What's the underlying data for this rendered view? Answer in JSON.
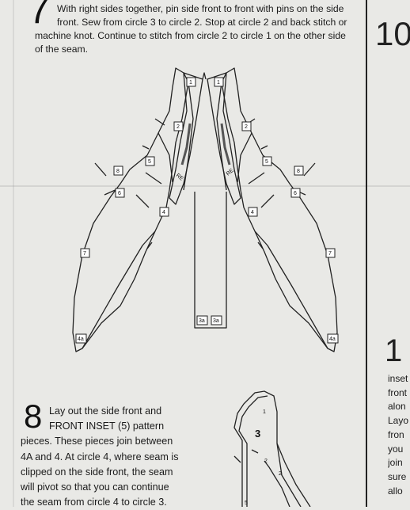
{
  "step7": {
    "number": "7",
    "lines": [
      "With right sides together, pin side front to front with pins on the side",
      "front. Sew from circle 3 to circle 2. Stop at circle 2 and back stitch or",
      "machine knot. Continue to stitch from circle 2 to circle 1 on the other side",
      "of the seam."
    ]
  },
  "step8": {
    "number": "8",
    "lines": [
      "Lay out the side front and",
      "FRONT INSET (5) pattern",
      "pieces. These pieces join between",
      "4A and 4. At circle 4, where seam is",
      "clipped on the side front, the seam",
      "will pivot so that you can continue",
      "the seam from circle 4 to circle 3."
    ]
  },
  "right_column": {
    "step_partial_top": "10",
    "step_partial_bottom": "1",
    "lines": [
      "inset",
      "front",
      "alon",
      "Layo",
      "fron",
      "you",
      "join",
      "sure",
      "allo"
    ]
  },
  "diagram": {
    "markers": {
      "m1": "1",
      "m2": "2",
      "m3a": "3a",
      "m4": "4",
      "m4a": "4a",
      "m5": "5",
      "m6": "6",
      "m7": "7",
      "m8": "8"
    },
    "letters": "RE",
    "diagram2_labels": {
      "n1": "1",
      "n2": "2",
      "n3": "3",
      "n5": "5"
    }
  }
}
